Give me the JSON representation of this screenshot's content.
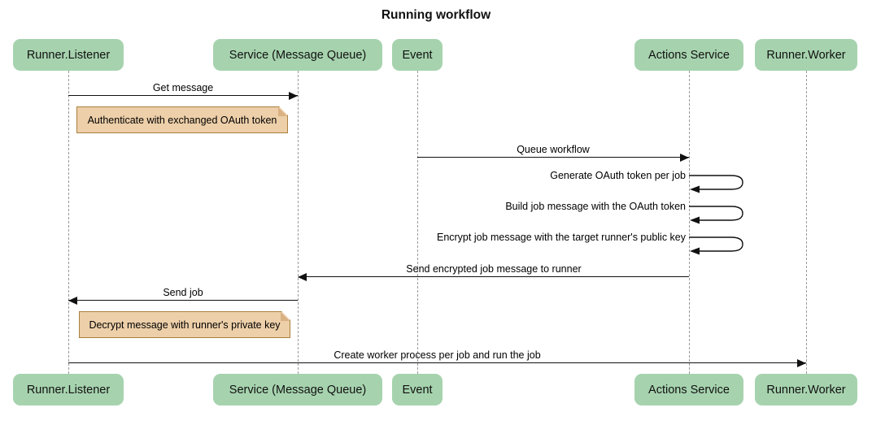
{
  "title": "Running workflow",
  "diagram_type": "sequence",
  "actors": [
    {
      "id": "runner-listener",
      "label": "Runner.Listener"
    },
    {
      "id": "service-message-queue",
      "label": "Service (Message Queue)"
    },
    {
      "id": "event",
      "label": "Event"
    },
    {
      "id": "actions-service",
      "label": "Actions Service"
    },
    {
      "id": "runner-worker",
      "label": "Runner.Worker"
    }
  ],
  "messages": [
    {
      "from": "Runner.Listener",
      "to": "Service (Message Queue)",
      "type": "solid-arrow-right",
      "label": "Get message"
    },
    {
      "from": "Event",
      "to": "Actions Service",
      "type": "solid-arrow-right",
      "label": "Queue workflow"
    },
    {
      "from": "Actions Service",
      "to": "Actions Service",
      "type": "self-loop",
      "label": "Generate OAuth token per job"
    },
    {
      "from": "Actions Service",
      "to": "Actions Service",
      "type": "self-loop",
      "label": "Build job message with the OAuth token"
    },
    {
      "from": "Actions Service",
      "to": "Actions Service",
      "type": "self-loop",
      "label": "Encrypt job message with the target runner's public key"
    },
    {
      "from": "Actions Service",
      "to": "Service (Message Queue)",
      "type": "solid-arrow-left",
      "label": "Send encrypted job message to runner"
    },
    {
      "from": "Service (Message Queue)",
      "to": "Runner.Listener",
      "type": "solid-arrow-left",
      "label": "Send job"
    },
    {
      "from": "Runner.Listener",
      "to": "Runner.Worker",
      "type": "solid-arrow-right",
      "label": "Create worker process per job and run the job"
    }
  ],
  "notes": [
    {
      "position": "right of Runner.Listener",
      "label": "Authenticate with exchanged OAuth token"
    },
    {
      "position": "right of Runner.Listener",
      "label": "Decrypt message with runner's private key"
    }
  ],
  "colors": {
    "actor_fill": "#a6d3ae",
    "note_fill": "#edcfa9",
    "note_border": "#a9803c",
    "note_fold": "#d9b183",
    "line": "#111111",
    "lifeline": "#999999",
    "background": "#ffffff",
    "text": "#111111"
  }
}
